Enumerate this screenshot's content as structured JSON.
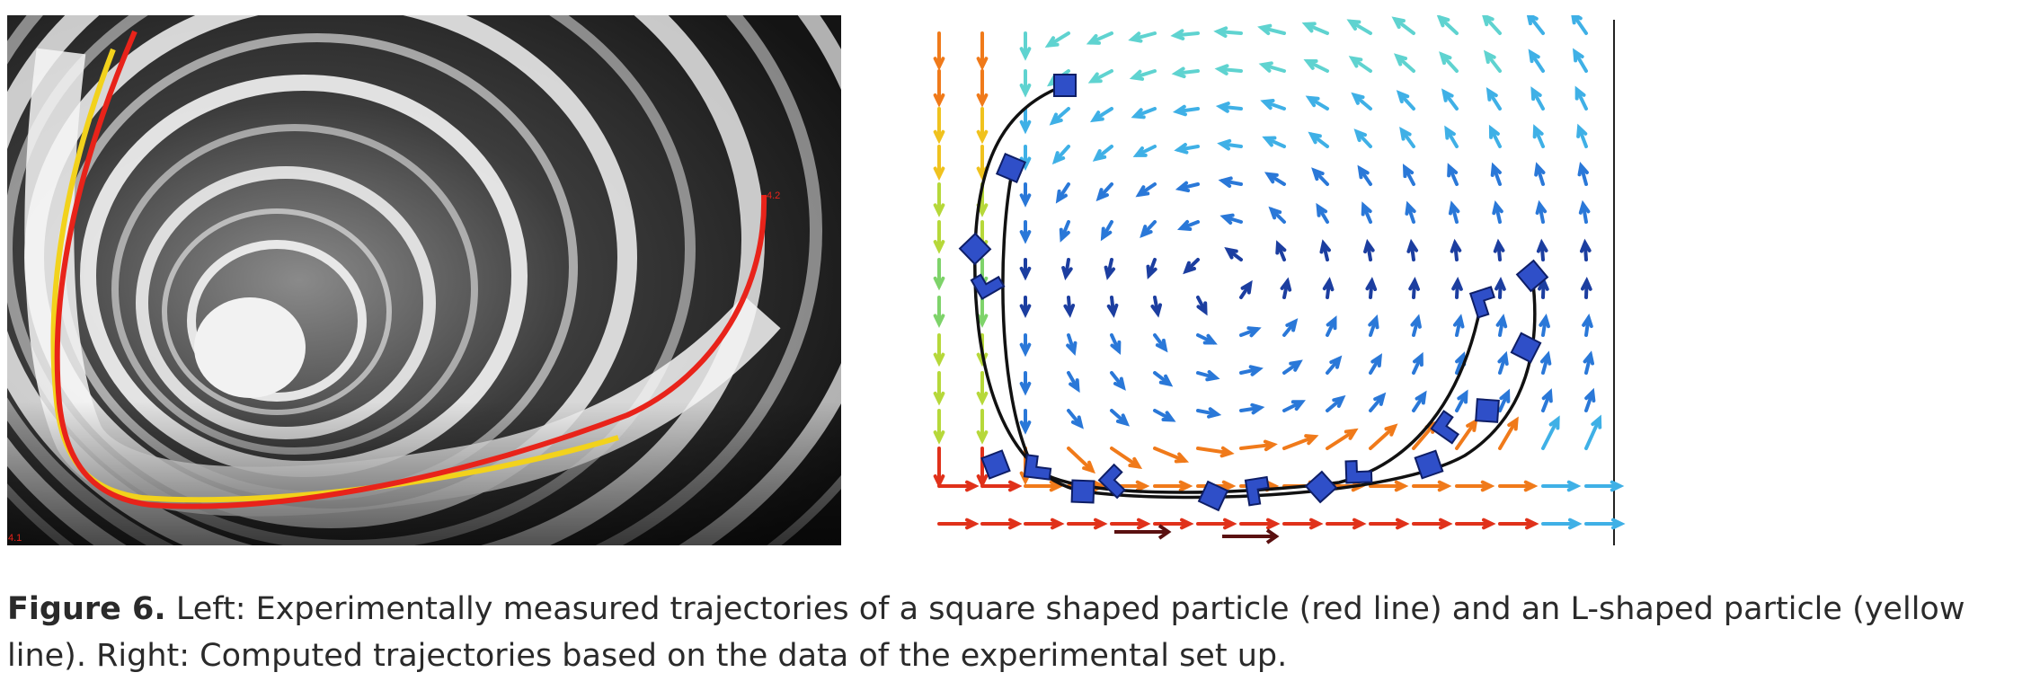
{
  "figure": {
    "label": "Figure 6.",
    "caption": " Left: Experimentally measured trajectories of a square shaped particle (red line) and an L-shaped particle (yellow line). Right: Computed trajectories based on the data of the experimental set up."
  },
  "left_image": {
    "annotations": {
      "start": "4.1",
      "end": "4.2"
    },
    "colors": {
      "square_trajectory": "#e8231a",
      "l_trajectory": "#f2d21c"
    }
  },
  "right_image": {
    "colors": {
      "trajectory": "#111111",
      "particle_fill": "#2f4fc8",
      "particle_stroke": "#0e1e66"
    },
    "arrow_palette": [
      "#1c3ea0",
      "#2a78d8",
      "#3fb0e6",
      "#5fd3d0",
      "#7ed36a",
      "#b6d83a",
      "#f0c21e",
      "#f07a1a",
      "#e0311a",
      "#5a1010"
    ]
  }
}
